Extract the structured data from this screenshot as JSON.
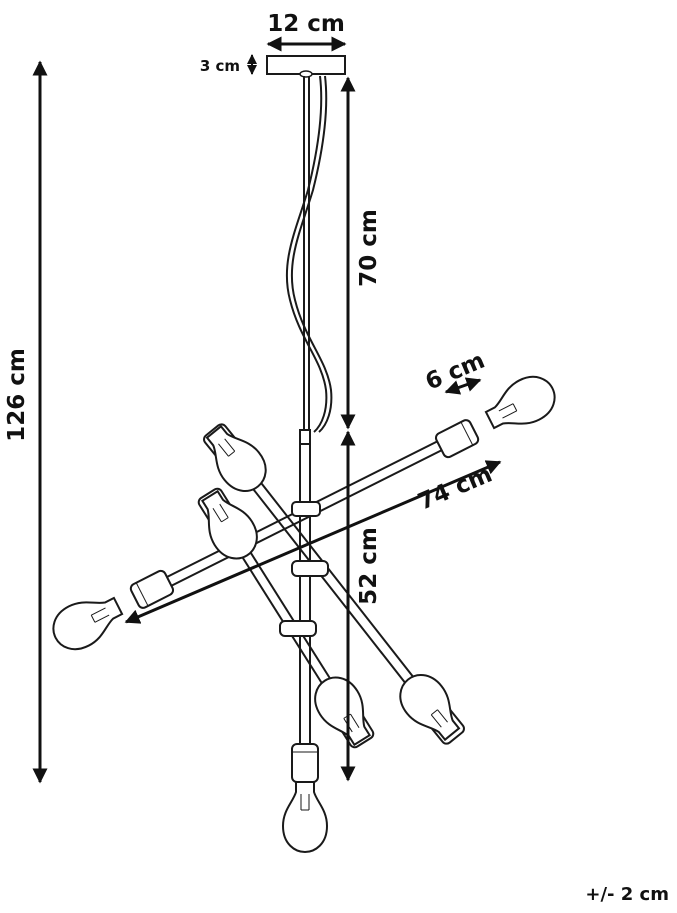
{
  "dimensions": {
    "canopy_width": "12 cm",
    "canopy_height": "3 cm",
    "total_height": "126 cm",
    "cable_length": "70 cm",
    "body_height": "52 cm",
    "arm_length": "74 cm",
    "bulb_length": "6 cm"
  },
  "tolerance": "+/- 2 cm",
  "colors": {
    "ink": "#111111",
    "background": "#ffffff"
  }
}
